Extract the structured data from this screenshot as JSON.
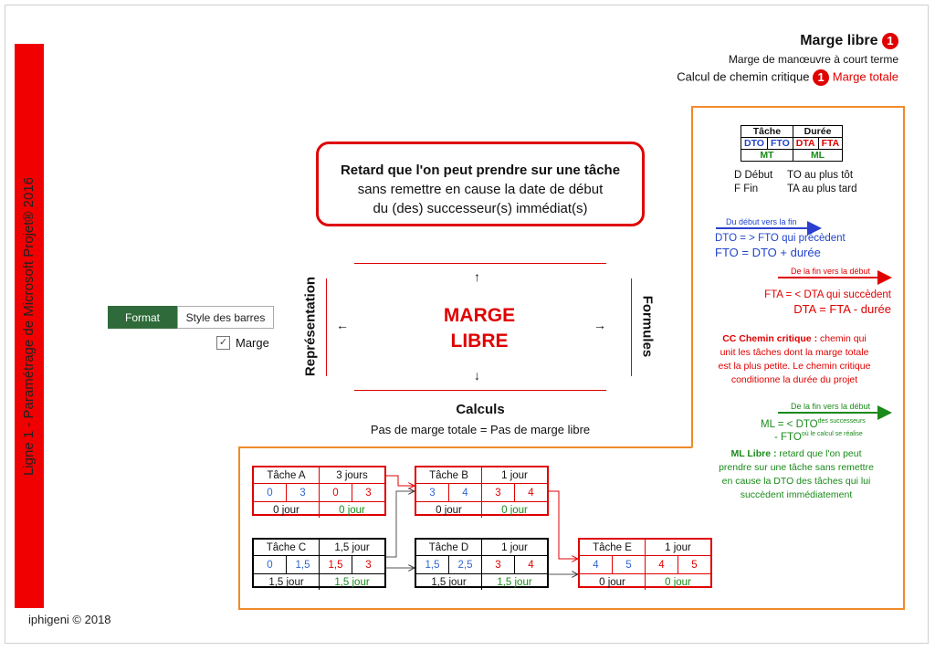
{
  "sidebar": {
    "title": "Ligne 1 - Paramétrage de Microsoft Projet® 2016"
  },
  "footer": {
    "copyright": "iphigeni © 2018"
  },
  "header": {
    "title": "Marge libre",
    "badge": "1",
    "subtitle": "Marge de manœuvre à court terme",
    "critical_prefix": "Calcul de chemin critique",
    "critical_badge": "1",
    "critical_link": "Marge totale"
  },
  "definition": {
    "line1": "Retard que l'on peut prendre sur une tâche",
    "line2": "sans remettre en cause la date de début",
    "line3": "du (des) successeur(s) immédiat(s)"
  },
  "center": {
    "word1": "MARGE",
    "word2": "LIBRE",
    "left_label": "Représentation",
    "right_label": "Formules",
    "bottom_label": "Calculs",
    "bottom_text": "Pas de marge totale = Pas de marge libre"
  },
  "toolbar": {
    "format_label": "Format",
    "style_label": "Style des barres",
    "checkbox_label": "Marge",
    "checkbox_checked": true
  },
  "legend": {
    "header": [
      "Tâche",
      "Durée"
    ],
    "row2": [
      "DTO",
      "FTO",
      "DTA",
      "FTA"
    ],
    "row3": [
      "MT",
      "ML"
    ],
    "d_label": "D Début",
    "to_label": "TO au plus tôt",
    "f_label": "F Fin",
    "ta_label": "TA au plus tard"
  },
  "formulas": {
    "forward_arrow": "Du début vers la fin",
    "forward_1": "DTO = > FTO qui précèdent",
    "forward_2": "FTO = DTO + durée",
    "backward_arrow": "De la fin vers la début",
    "backward_1": "FTA = < DTA qui succèdent",
    "backward_2": "DTA = FTA - durée",
    "cc_bold": "CC Chemin critique :",
    "cc_text1": " chemin qui",
    "cc_text2": "unit les tâches dont la marge totale",
    "cc_text3": "est la plus petite. Le chemin critique",
    "cc_text4": "conditionne la durée du projet",
    "ml_arrow": "De la fin vers la début",
    "ml_1": "ML = < DTO",
    "ml_1_sup": "des successeurs",
    "ml_2": "- FTO",
    "ml_2_sup": "où le calcul se réalise",
    "ml_bold": "ML Libre :",
    "ml_text1": " retard que l'on peut",
    "ml_text2": "prendre sur une tâche sans remettre",
    "ml_text3": "en cause la DTO des tâches qui lui",
    "ml_text4": "succèdent immédiatement"
  },
  "tasks": [
    {
      "name": "Tâche A",
      "duration": "3 jours",
      "dto": "0",
      "fto": "3",
      "dta": "0",
      "fta": "3",
      "mt": "0 jour",
      "ml": "0 jour"
    },
    {
      "name": "Tâche B",
      "duration": "1 jour",
      "dto": "3",
      "fto": "4",
      "dta": "3",
      "fta": "4",
      "mt": "0 jour",
      "ml": "0 jour"
    },
    {
      "name": "Tâche C",
      "duration": "1,5 jour",
      "dto": "0",
      "fto": "1,5",
      "dta": "1,5",
      "fta": "3",
      "mt": "1,5 jour",
      "ml": "1,5 jour"
    },
    {
      "name": "Tâche D",
      "duration": "1 jour",
      "dto": "1,5",
      "fto": "2,5",
      "dta": "3",
      "fta": "4",
      "mt": "1,5 jour",
      "ml": "1,5 jour"
    },
    {
      "name": "Tâche E",
      "duration": "1 jour",
      "dto": "4",
      "fto": "5",
      "dta": "4",
      "fta": "5",
      "mt": "0 jour",
      "ml": "0 jour"
    }
  ],
  "colors": {
    "accent": "#e00000",
    "orange": "#f08a2a",
    "green": "#1a8a1a",
    "blue": "#3366cc",
    "format_bg": "#2f6b3a"
  }
}
